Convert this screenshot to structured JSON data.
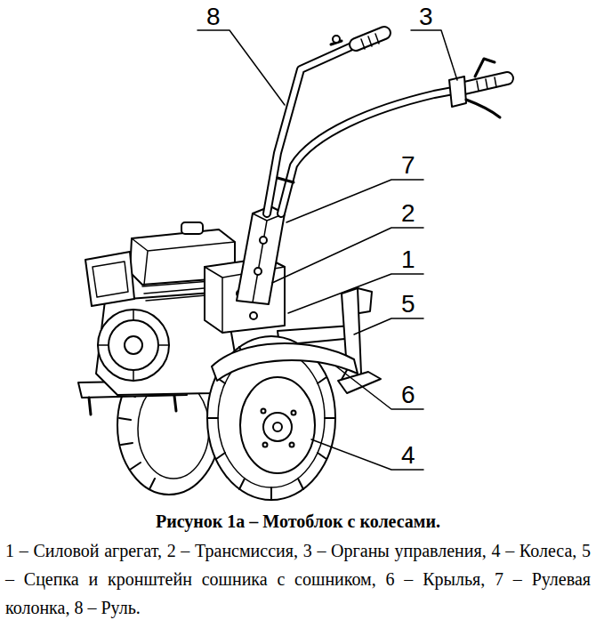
{
  "diagram": {
    "caption": "Рисунок 1а – Мотоблок с колесами.",
    "labels": [
      "8",
      "3",
      "7",
      "2",
      "1",
      "5",
      "6",
      "4",
      "1 – Силовой агрегат, 2 – Трансмиссия, 3 – Органы управления, 4 – Колеса, 5 – Сцепка и кронштейн сошника с сошником, 6 – Крылья, 7 – Рулевая колонка, 8 – Руль."
    ]
  }
}
